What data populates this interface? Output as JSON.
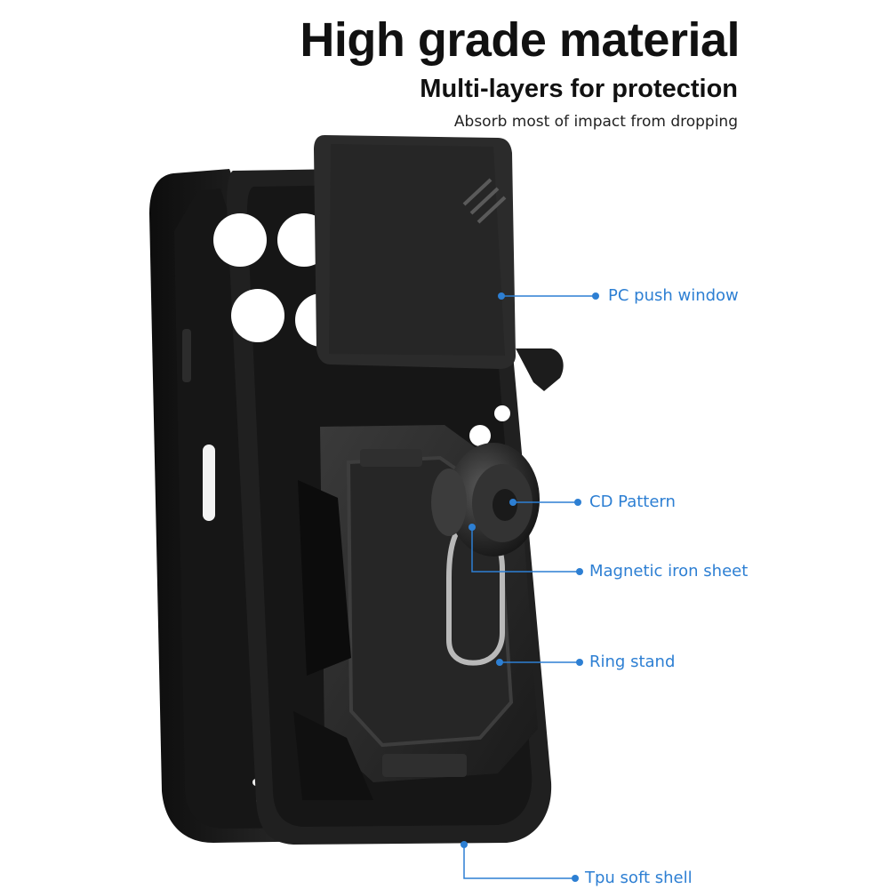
{
  "heading": {
    "title": "High grade material",
    "subtitle": "Multi-layers for protection",
    "caption": "Absorb most of impact from dropping"
  },
  "callouts": [
    {
      "label": "PC push window"
    },
    {
      "label": "CD Pattern"
    },
    {
      "label": "Magnetic iron sheet"
    },
    {
      "label": "Ring stand"
    },
    {
      "label": "Tpu soft shell"
    }
  ],
  "colors": {
    "accent": "#2d7fd3",
    "text": "#111111",
    "case_body": "#1c1c1c",
    "background": "#ffffff"
  }
}
